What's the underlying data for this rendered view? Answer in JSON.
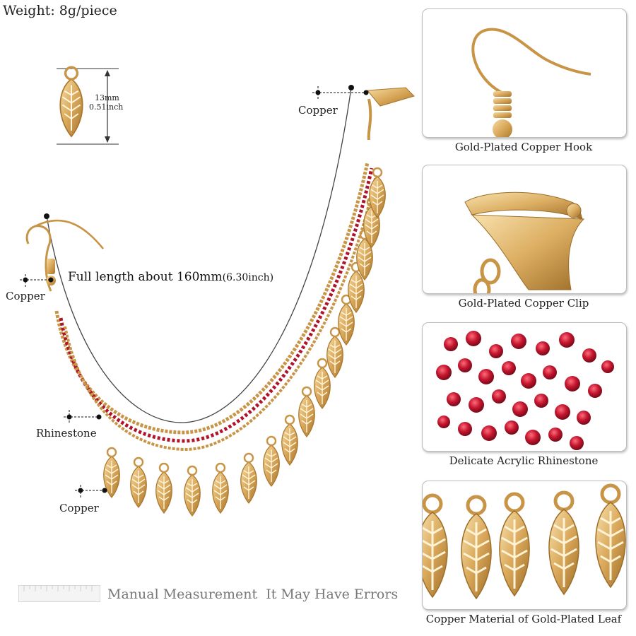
{
  "header": {
    "weight": "Weight: 8g/piece"
  },
  "dimension": {
    "mm": "13mm",
    "inch": "0.51inch"
  },
  "main": {
    "length_main": "Full length about 160mm",
    "length_inch": "(6.30inch)",
    "callouts": {
      "copper_top_right": "Copper",
      "copper_left": "Copper",
      "rhinestone": "Rhinestone",
      "copper_bottom": "Copper"
    }
  },
  "panels": [
    {
      "caption": "Gold-Plated Copper Hook"
    },
    {
      "caption": "Gold-Plated Copper Clip"
    },
    {
      "caption": "Delicate Acrylic Rhinestone"
    },
    {
      "caption": "Copper Material of Gold-Plated Leaf"
    }
  ],
  "footer": {
    "disclaimer": "Manual Measurement  It May Have Errors"
  },
  "colors": {
    "gold": "#d9a85a",
    "gold_dark": "#a8762c",
    "ruby": "#b0142a",
    "panel_border": "#bdbdbd"
  }
}
